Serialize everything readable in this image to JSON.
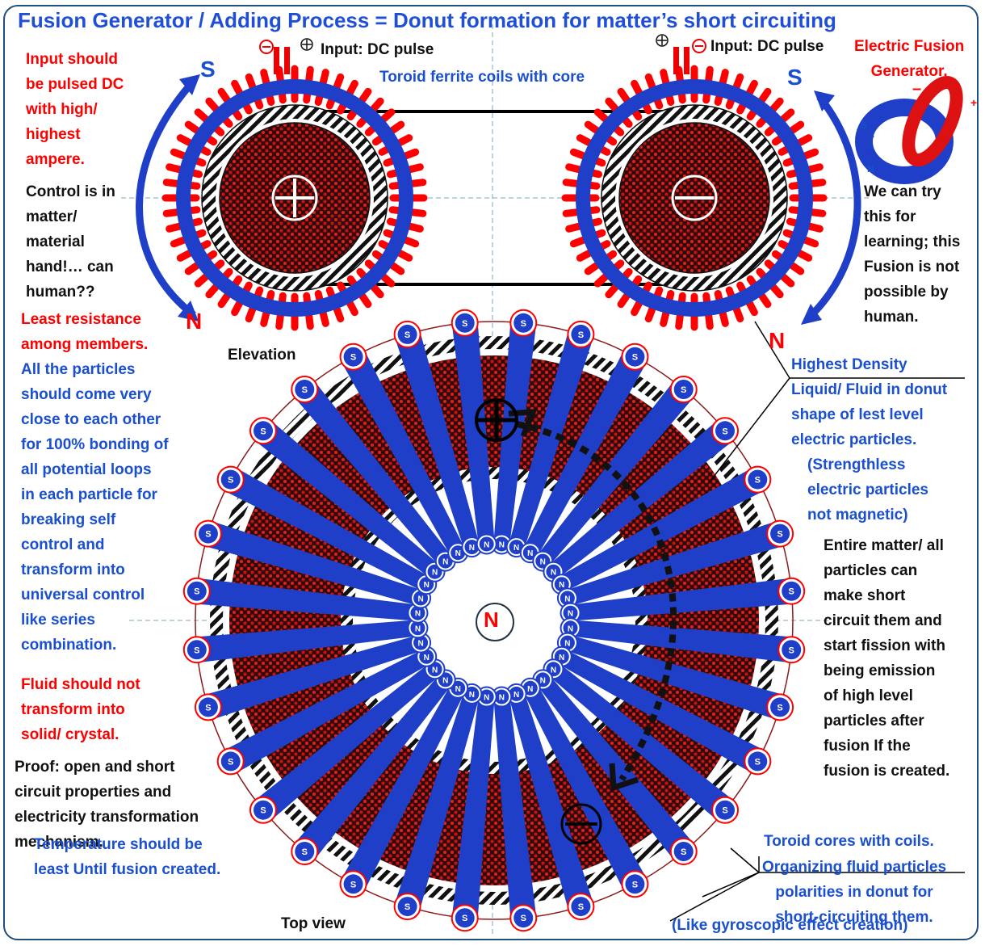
{
  "title": "Fusion Generator / Adding Process = Donut formation for matter’s short circuiting",
  "left_texts": {
    "input": "Input should\nbe pulsed DC\nwith high/\nhighest\nampere.",
    "control": "Control is in\nmatter/\nmaterial\nhand!… can\nhuman??",
    "least_resistance": "Least resistance\namong members.",
    "particles": "All the particles\nshould come very\nclose to each other\nfor 100% bonding of\nall potential loops\nin each particle for\nbreaking self\ncontrol and\ntransform into\nuniversal control\nlike series\ncombination.",
    "fluid": "Fluid should not\ntransform into\nsolid/ crystal.",
    "proof": "Proof: open and  short\ncircuit properties and\nelectricity transformation\nmechanism.",
    "temperature": "Temperature should be\nleast Until fusion created."
  },
  "top_labels": {
    "input_left": "Input: DC pulse",
    "input_right": "Input: DC pulse",
    "toroid": "Toroid ferrite coils with core",
    "electric_fusion": "Electric Fusion\nGenerator.",
    "minus": "–",
    "plus": "+",
    "s_small": "S",
    "n_small": "N"
  },
  "right_texts": {
    "try": "We can try\nthis for\nlearning; this\nFusion is not\npossible by\nhuman.",
    "density": "Highest Density\nLiquid/ Fluid in donut\nshape of lest level\nelectric particles.",
    "strengthless": "(Strengthless\nelectric  particles\nnot magnetic)",
    "entire": "Entire matter/ all\nparticles  can\nmake short\ncircuit them and\nstart fission with\nbeing emission\nof  high level\nparticles  after\nfusion If the\nfusion is created.",
    "cores": "Toroid cores with coils.",
    "organizing": "Organizing fluid particles\npolarities in donut for\nshort-circuiting them.",
    "gyro": "(Like gyroscopic effect creation)"
  },
  "labels": {
    "elevation": "Elevation",
    "top_view": "Top view",
    "s": "S",
    "n": "N",
    "center_n": "N",
    "plus_sign": "+",
    "minus_sign": "−"
  },
  "colors": {
    "blue": "#1f3fc8",
    "red": "#ff0000",
    "dark_red": "#6b0f0f",
    "title_blue": "#1f4fd6"
  },
  "toroid_count": 32
}
